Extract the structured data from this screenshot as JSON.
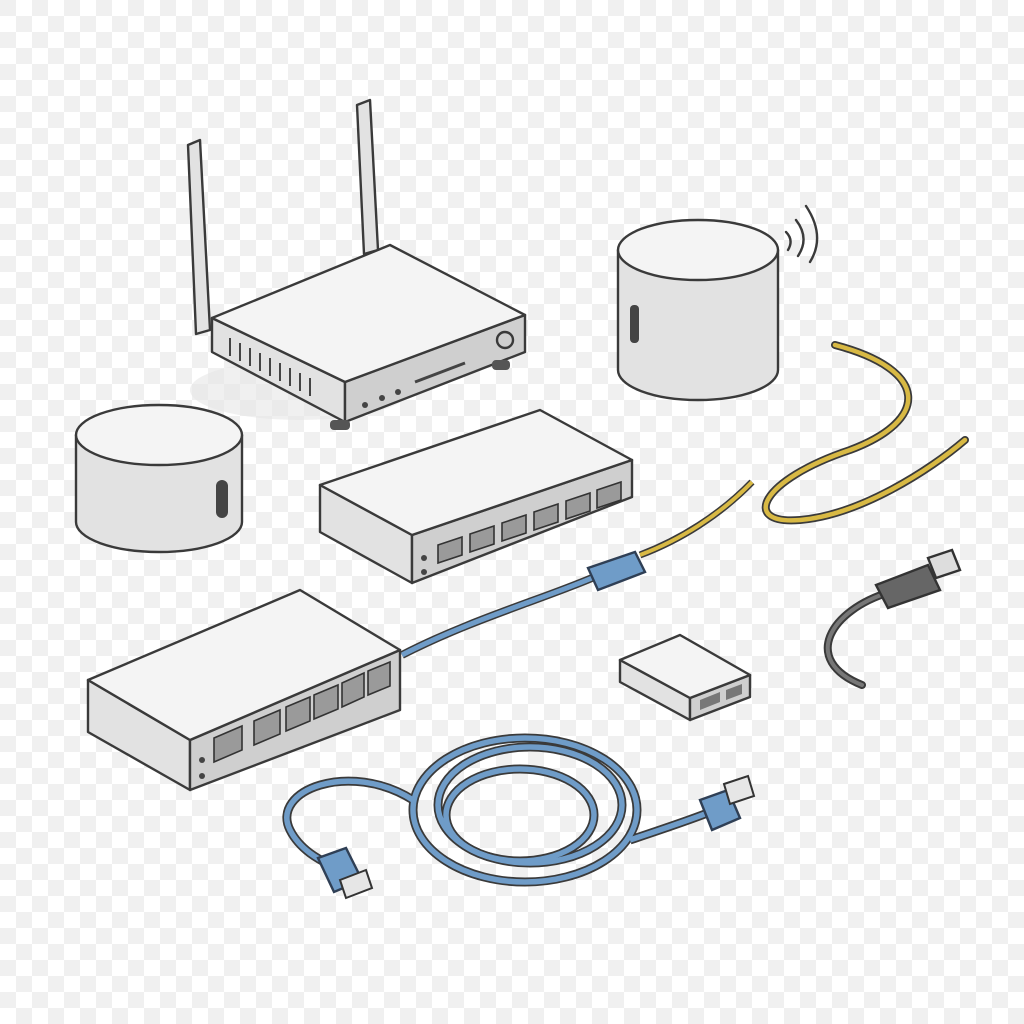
{
  "illustration": {
    "style": "pencil sketch with color accents on transparent checkerboard background",
    "objects": [
      {
        "name": "wifi-router",
        "icon": "router-icon"
      },
      {
        "name": "smart-speaker-right",
        "icon": "speaker-icon"
      },
      {
        "name": "smart-speaker-left",
        "icon": "speaker-icon"
      },
      {
        "name": "network-switch-small",
        "icon": "switch-icon"
      },
      {
        "name": "network-switch-large",
        "icon": "switch-icon"
      },
      {
        "name": "ethernet-cable-blue",
        "icon": "cable-icon"
      },
      {
        "name": "ethernet-cable-yellow",
        "icon": "cable-icon"
      },
      {
        "name": "usb-cable",
        "icon": "usb-icon"
      },
      {
        "name": "usb-adapter",
        "icon": "adapter-icon"
      },
      {
        "name": "coiled-ethernet-cable",
        "icon": "cable-icon"
      }
    ]
  },
  "colors": {
    "ink": "#3a3a3a",
    "cable_blue": "#6f9cc8",
    "cable_yellow": "#d8b944",
    "checker_light": "#ffffff",
    "checker_dark": "#f0f0f0"
  }
}
